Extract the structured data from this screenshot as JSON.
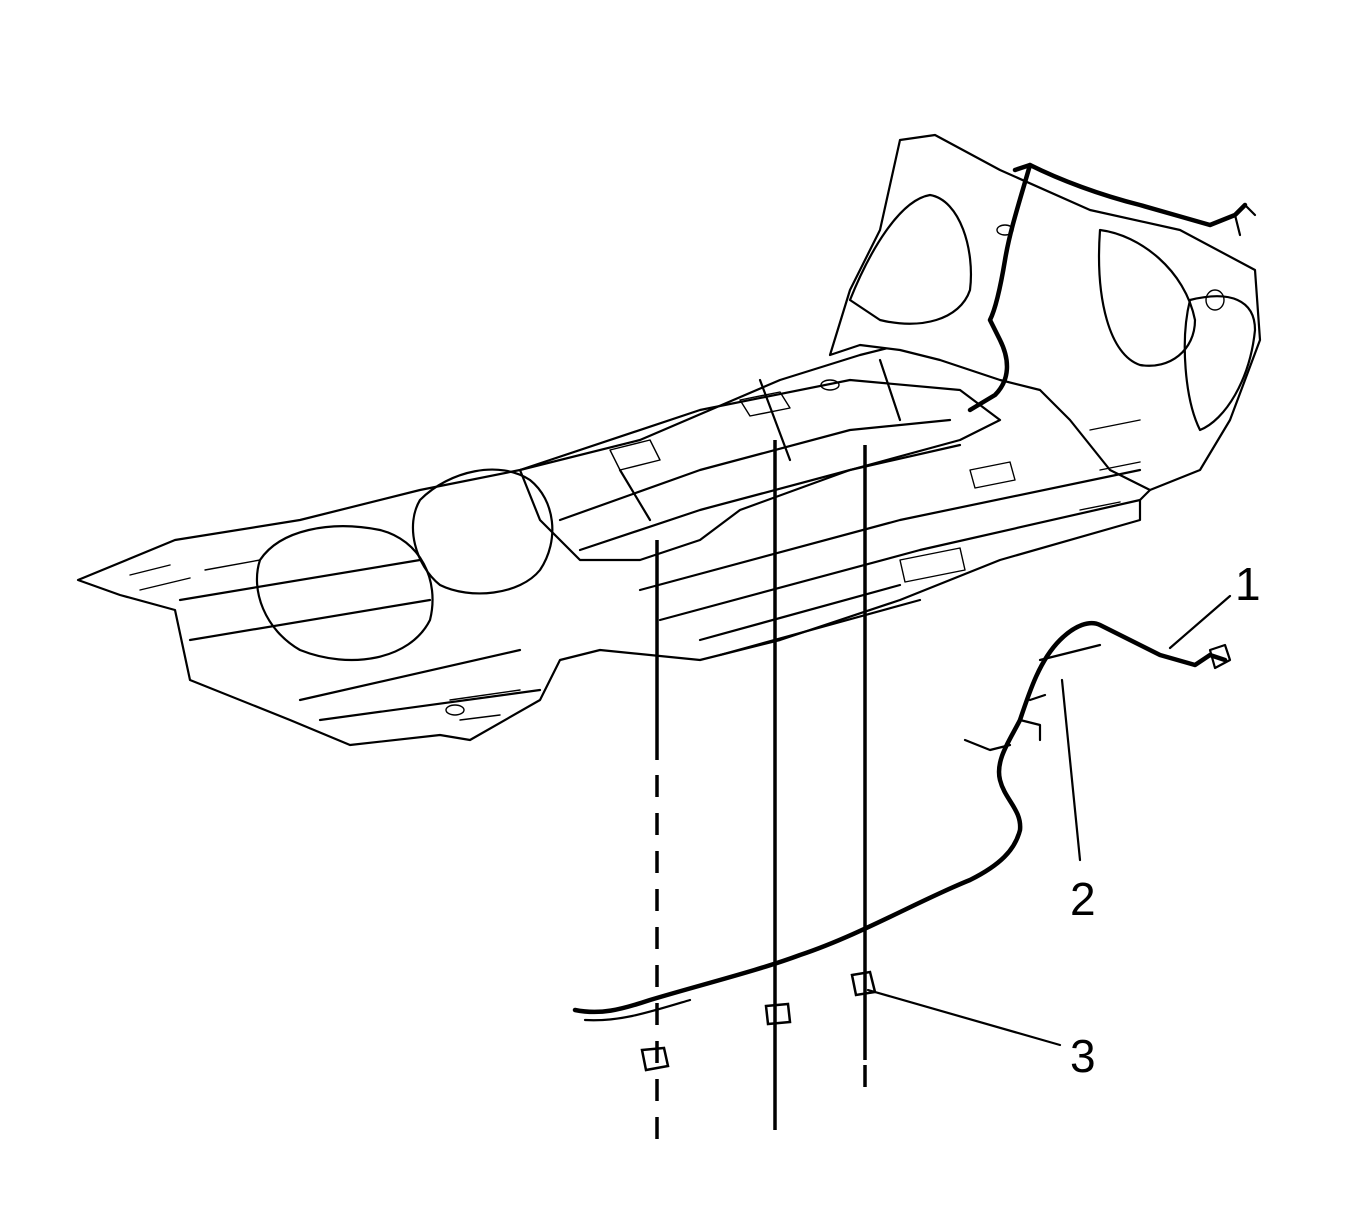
{
  "diagram": {
    "callouts": [
      {
        "id": "1",
        "label": "1"
      },
      {
        "id": "2",
        "label": "2"
      },
      {
        "id": "3",
        "label": "3"
      }
    ],
    "colors": {
      "stroke": "#000000",
      "background": "#ffffff"
    }
  }
}
